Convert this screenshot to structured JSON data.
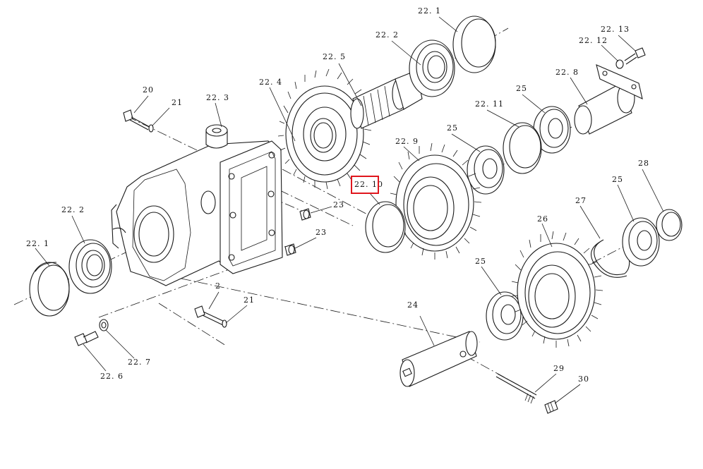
{
  "highlight_color": "#e0161d",
  "highlighted_part": "22. 10",
  "labels": {
    "p22_1_top": "22. 1",
    "p22_2_top": "22. 2",
    "p22_13": "22. 13",
    "p22_12": "22. 12",
    "p22_5": "22. 5",
    "p22_8": "22. 8",
    "p22_4": "22. 4",
    "p22_3": "22. 3",
    "p20": "20",
    "p21_top": "21",
    "p22_11": "22. 11",
    "p25_a": "25",
    "p25_b": "25",
    "p22_9": "22. 9",
    "p22_10": "22. 10",
    "p28": "28",
    "p25_c": "25",
    "p27": "27",
    "p23_a": "23",
    "p23_b": "23",
    "p22_2_left": "22. 2",
    "p22_1_left": "22. 1",
    "p26": "26",
    "p25_d": "25",
    "p2": "2",
    "p21_bottom": "21",
    "p24": "24",
    "p22_7": "22. 7",
    "p22_6": "22. 6",
    "p29": "29",
    "p30": "30"
  }
}
